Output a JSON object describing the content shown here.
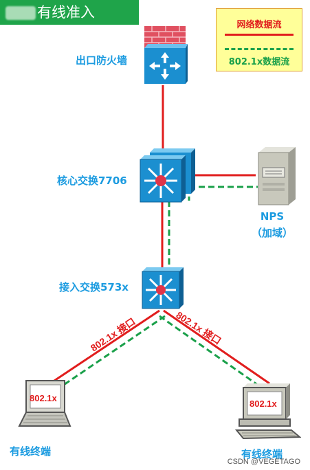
{
  "title": "有线准入",
  "legend": {
    "network_flow": "网络数据流",
    "dot1x_flow": "802.1x数据流"
  },
  "devices": {
    "firewall": "出口防火墙",
    "core_switch": "核心交换7706",
    "nps_line1": "NPS",
    "nps_line2": "（加域）",
    "access_switch": "接入交换573x",
    "terminal_left": "有线终端",
    "terminal_right": "有线终端",
    "terminal_left_screen": "802.1x",
    "terminal_right_screen": "802.1x"
  },
  "links": {
    "left_port": "802.1x 接口",
    "right_port": "802.1x 接口"
  },
  "colors": {
    "network": "#e11d1d",
    "dot1x": "#1aa04a",
    "label": "#1b9be0",
    "title_bg": "#1fa44a",
    "legend_bg": "#ffff99"
  },
  "icons": [
    "firewall-icon",
    "core-switch-icon",
    "server-icon",
    "access-switch-icon",
    "laptop-icon",
    "desktop-icon"
  ],
  "watermark": "CSDN @VEGETAGO"
}
